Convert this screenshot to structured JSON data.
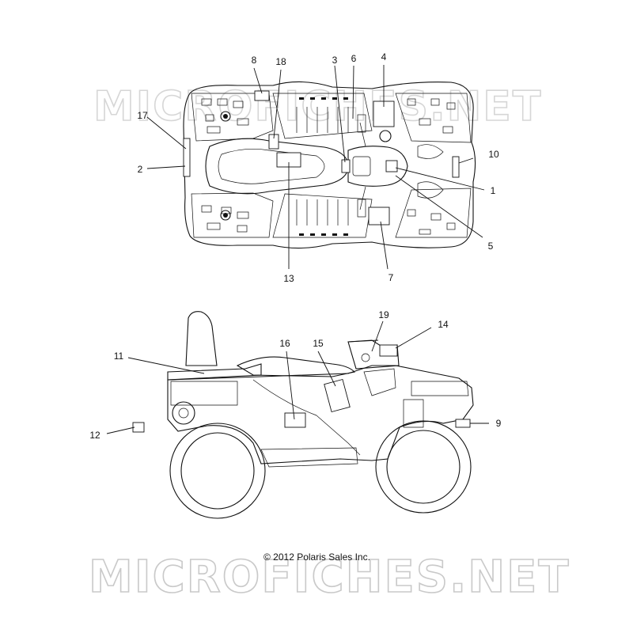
{
  "copyright": "© 2012  Polaris Sales Inc.",
  "watermark": "MICROFICHES.NET",
  "callouts": {
    "c1": "1",
    "c2": "2",
    "c3": "3",
    "c4": "4",
    "c5": "5",
    "c6": "6",
    "c7": "7",
    "c8": "8",
    "c9": "9",
    "c10": "10",
    "c11": "11",
    "c12": "12",
    "c13": "13",
    "c14": "14",
    "c15": "15",
    "c16": "16",
    "c17": "17",
    "c18": "18",
    "c19": "19"
  },
  "colors": {
    "line": "#111111",
    "watermark_stroke": "#c9c9c9",
    "background": "#ffffff"
  }
}
